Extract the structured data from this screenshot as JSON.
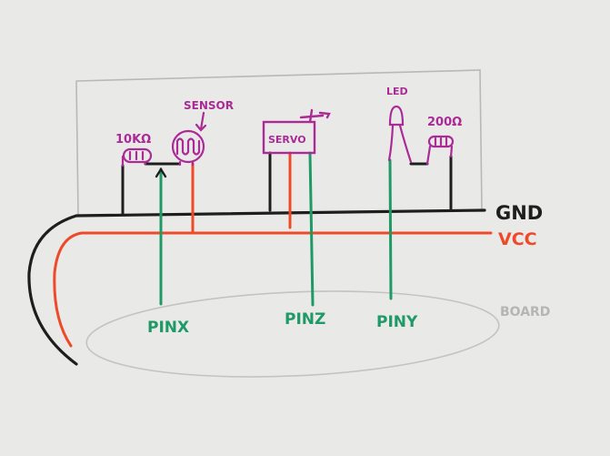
{
  "labels": {
    "resistor_10k": "10KΩ",
    "sensor": "SENSOR",
    "servo": "SERVO",
    "led": "LED",
    "resistor_200": "200Ω",
    "gnd": "GND",
    "vcc": "VCC",
    "board": "BOARD",
    "pin_x": "PINX",
    "pin_z": "PINZ",
    "pin_y": "PINY"
  },
  "colors": {
    "paper": "#e9e9e7",
    "pencil": "#b8b8b6",
    "black": "#1e1e1e",
    "red": "#ee4a2a",
    "green": "#1f9a66",
    "purple": "#aa2a96",
    "board_text": "#b5b5b3"
  }
}
